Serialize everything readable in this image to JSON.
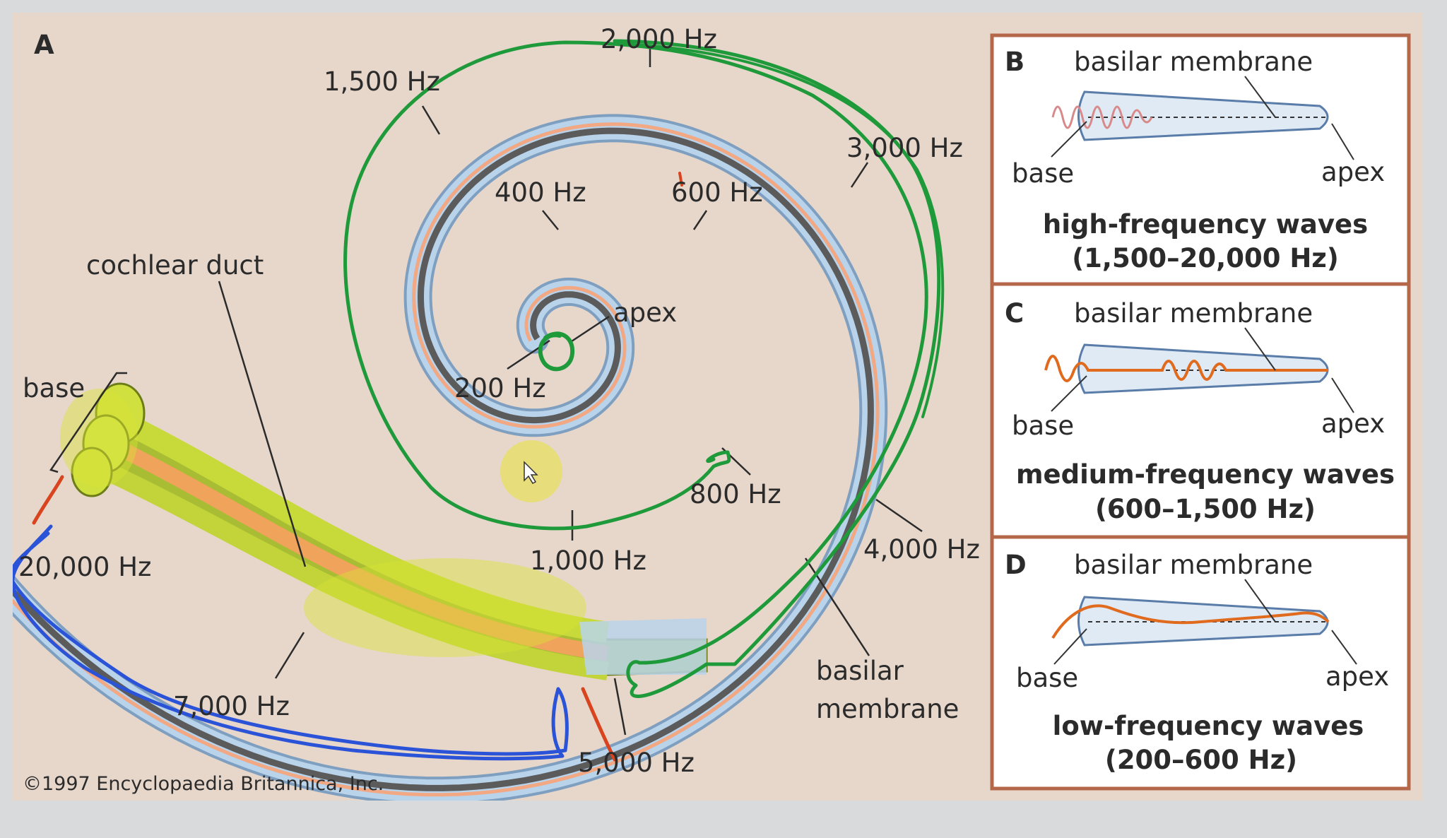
{
  "panel_a": {
    "letter": "A",
    "labels": {
      "hz_2000": "2,000 Hz",
      "hz_1500": "1,500 Hz",
      "hz_3000": "3,000 Hz",
      "hz_400": "400 Hz",
      "hz_600": "600 Hz",
      "cochlear_duct": "cochlear duct",
      "apex": "apex",
      "base": "base",
      "hz_200": "200 Hz",
      "hz_800": "800 Hz",
      "hz_20000": "20,000 Hz",
      "hz_1000": "1,000 Hz",
      "hz_4000": "4,000 Hz",
      "basilar_line1": "basilar",
      "basilar_line2": "membrane",
      "hz_7000": "7,000 Hz",
      "hz_5000": "5,000 Hz"
    },
    "copyright": "©1997 Encyclopaedia Britannica, Inc."
  },
  "panels": [
    {
      "letter": "B",
      "membrane_label": "basilar membrane",
      "base_label": "base",
      "apex_label": "apex",
      "title": "high-frequency waves",
      "range": "(1,500–20,000 Hz)"
    },
    {
      "letter": "C",
      "membrane_label": "basilar membrane",
      "base_label": "base",
      "apex_label": "apex",
      "title": "medium-frequency waves",
      "range": "(600–1,500 Hz)"
    },
    {
      "letter": "D",
      "membrane_label": "basilar membrane",
      "base_label": "base",
      "apex_label": "apex",
      "title": "low-frequency waves",
      "range": "(200–600 Hz)"
    }
  ],
  "colors": {
    "background": "#e7d7cb",
    "tube": "#b9d3ea",
    "tube_edge": "#7f9fc0",
    "dark_band": "#5b5b5b",
    "orange_band": "#f2a883",
    "highlight_yellow": "#d8e236",
    "annotation_green": "#1f9a3a",
    "annotation_blue": "#2a53d8",
    "annotation_red": "#d9441f",
    "panel_border": "#b5674a"
  }
}
